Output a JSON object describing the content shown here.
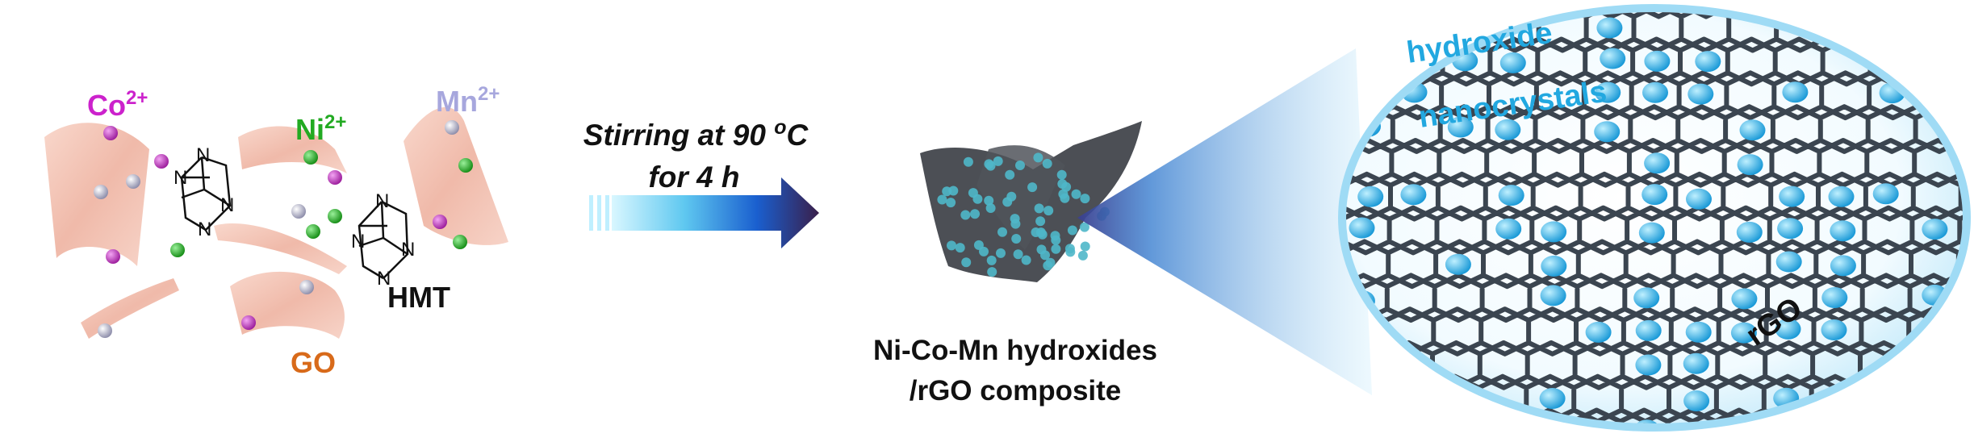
{
  "labels": {
    "co": "Co",
    "co_charge": "2+",
    "ni": "Ni",
    "ni_charge": "2+",
    "mn": "Mn",
    "mn_charge": "2+",
    "hmt": "HMT",
    "go": "GO",
    "n": "N"
  },
  "arrow": {
    "line1_prefix": "Stirring at 90 ",
    "line1_super": "o",
    "line1_suffix": "C",
    "line2": "for 4 h"
  },
  "product": {
    "line1": "Ni-Co-Mn hydroxides",
    "line2": "/rGO composite"
  },
  "zoom": {
    "label_line1": "hydroxide",
    "label_line2": "nanocrystals",
    "rgo": "rGO"
  },
  "colors": {
    "co": "#cc22cc",
    "ni": "#22aa22",
    "mn": "#a7a7dd",
    "go_text": "#d86a1a",
    "go_sheet": "#f2c0b2",
    "nanocrystal": "#2bb0e6",
    "rgo_lattice": "#3b4550",
    "arrow_start": "#bfefff",
    "arrow_end": "#3a1f4a"
  }
}
